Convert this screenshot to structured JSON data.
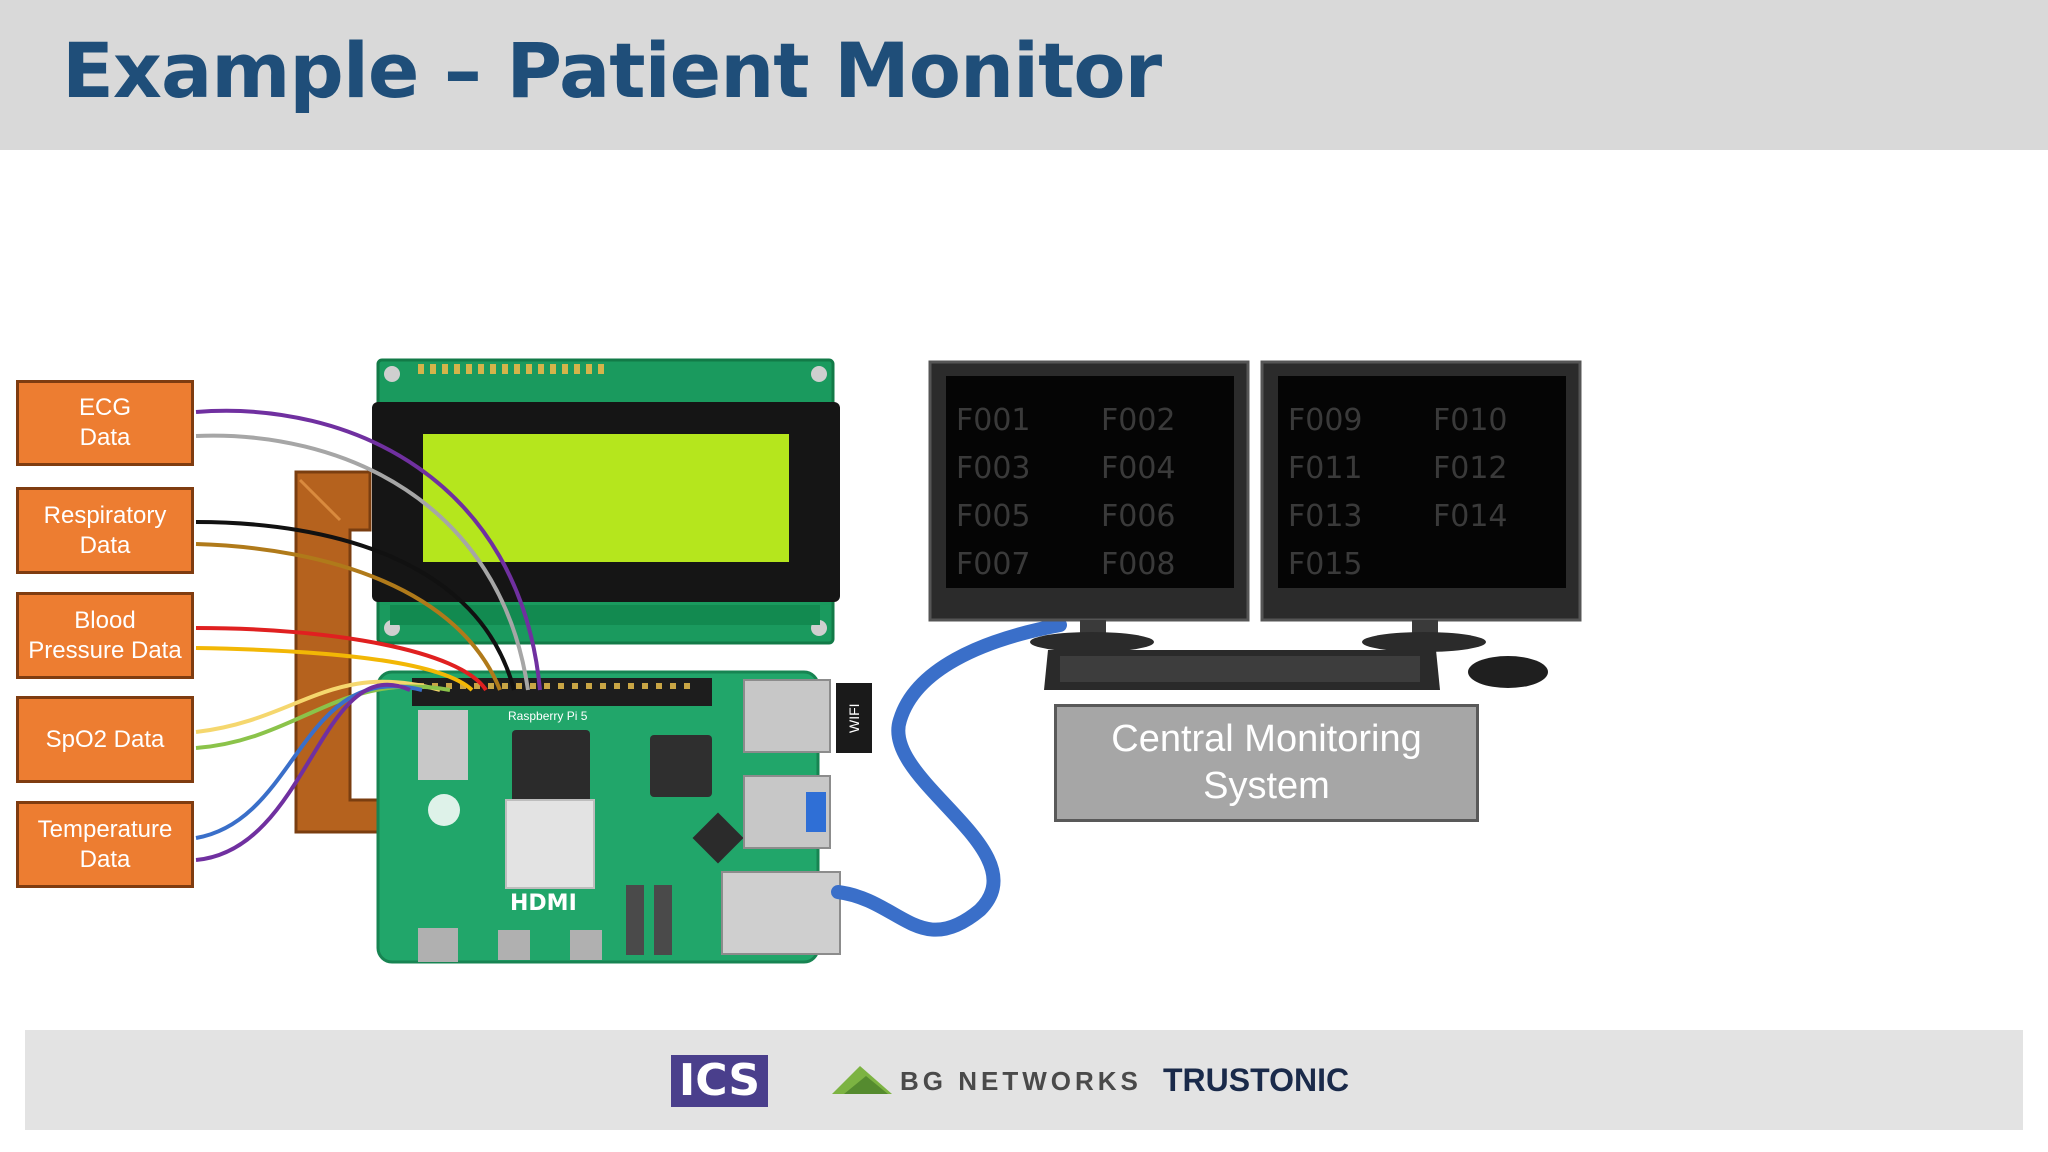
{
  "title": "Example – Patient Monitor",
  "sensors": [
    {
      "label": "ECG\nData"
    },
    {
      "label": "Respiratory\nData"
    },
    {
      "label": "Blood\nPressure Data"
    },
    {
      "label": "SpO2 Data"
    },
    {
      "label": "Temperature\nData"
    }
  ],
  "central_system": {
    "label": "Central Monitoring\nSystem"
  },
  "board": {
    "brand": "Raspberry Pi 5",
    "hdmi": "HDMI",
    "wifi": "WIFI"
  },
  "monitors": {
    "left": [
      "F001",
      "F002",
      "F003",
      "F004",
      "F005",
      "F006",
      "F007",
      "F008"
    ],
    "right": [
      "F009",
      "F010",
      "F011",
      "F012",
      "F013",
      "F014",
      "F015"
    ]
  },
  "footer": {
    "logo_ics": "ICS",
    "logo_bg": "BG NETWORKS",
    "logo_trustonic": "TRUSTONIC"
  },
  "colors": {
    "header_bg": "#d9d9d9",
    "title": "#1f4e79",
    "sensor_fill": "#ed7d31",
    "cable": "#3a6fc9",
    "lcd": "#b5e61d"
  }
}
